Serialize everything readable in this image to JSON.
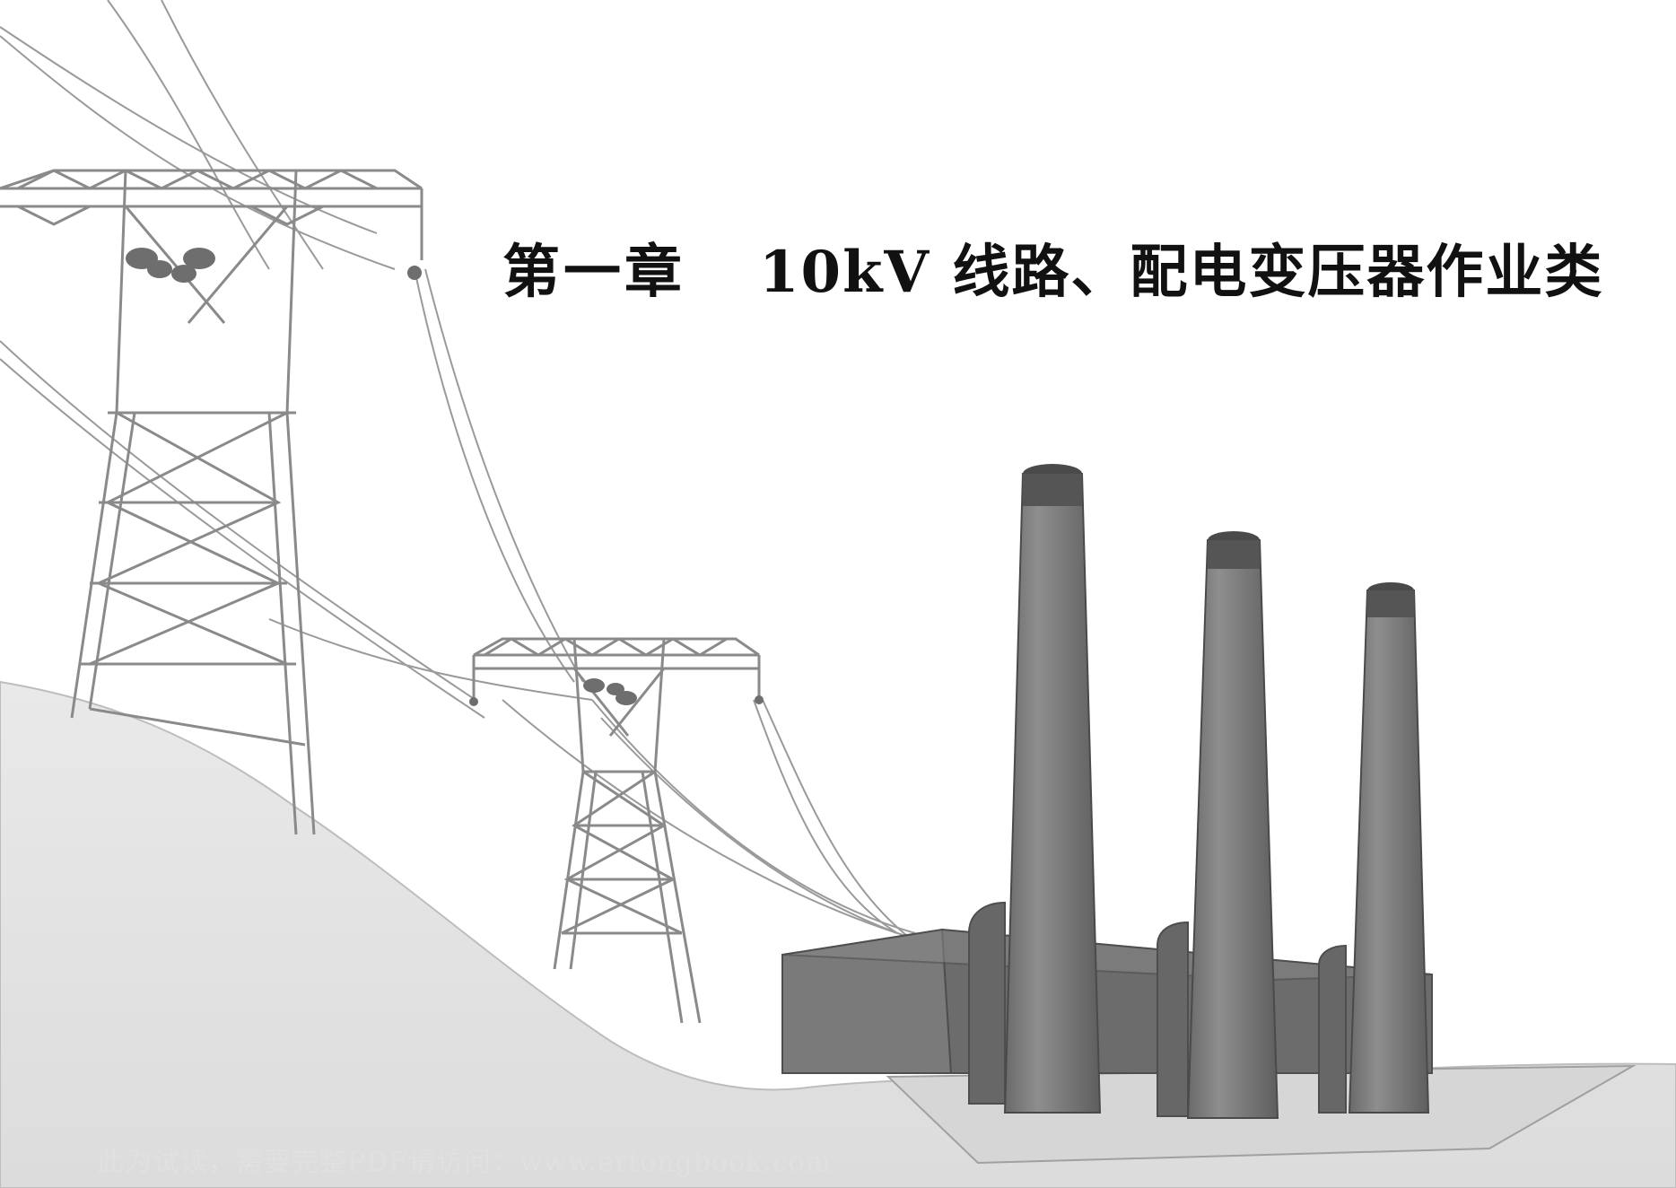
{
  "chapter": {
    "number": "第一章",
    "topic": "10kV 线路、配电变压器作业类"
  },
  "watermark": "此为试读，需要完整PDF请访问：www.ertongbook.com",
  "illustration": {
    "icons": [
      "transmission-tower-icon",
      "chimney-icon",
      "power-plant-icon"
    ]
  }
}
